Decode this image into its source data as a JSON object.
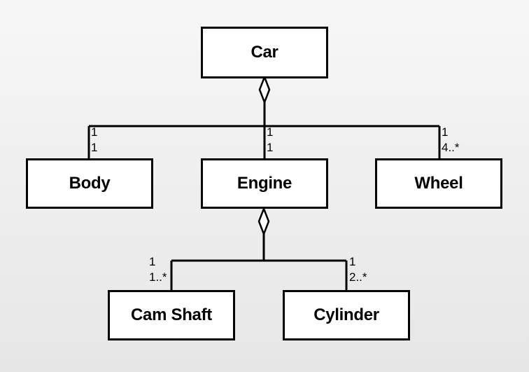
{
  "classes": {
    "car": "Car",
    "body": "Body",
    "engine": "Engine",
    "wheel": "Wheel",
    "camshaft": "Cam Shaft",
    "cylinder": "Cylinder"
  },
  "multiplicities": {
    "car_body_car_end": "1",
    "car_body_part_end": "1",
    "car_engine_car_end": "1",
    "car_engine_part_end": "1",
    "car_wheel_car_end": "1",
    "car_wheel_part_end": "4..*",
    "engine_camshaft_engine_end": "1",
    "engine_camshaft_part_end": "1..*",
    "engine_cylinder_engine_end": "1",
    "engine_cylinder_part_end": "2..*"
  },
  "relationships": [
    {
      "whole": "Car",
      "part": "Body",
      "kind": "aggregation"
    },
    {
      "whole": "Car",
      "part": "Engine",
      "kind": "aggregation"
    },
    {
      "whole": "Car",
      "part": "Wheel",
      "kind": "aggregation"
    },
    {
      "whole": "Engine",
      "part": "Cam Shaft",
      "kind": "aggregation"
    },
    {
      "whole": "Engine",
      "part": "Cylinder",
      "kind": "aggregation"
    }
  ],
  "colors": {
    "line": "#000000",
    "box_fill": "#ffffff",
    "background": "#f0f0f0"
  }
}
